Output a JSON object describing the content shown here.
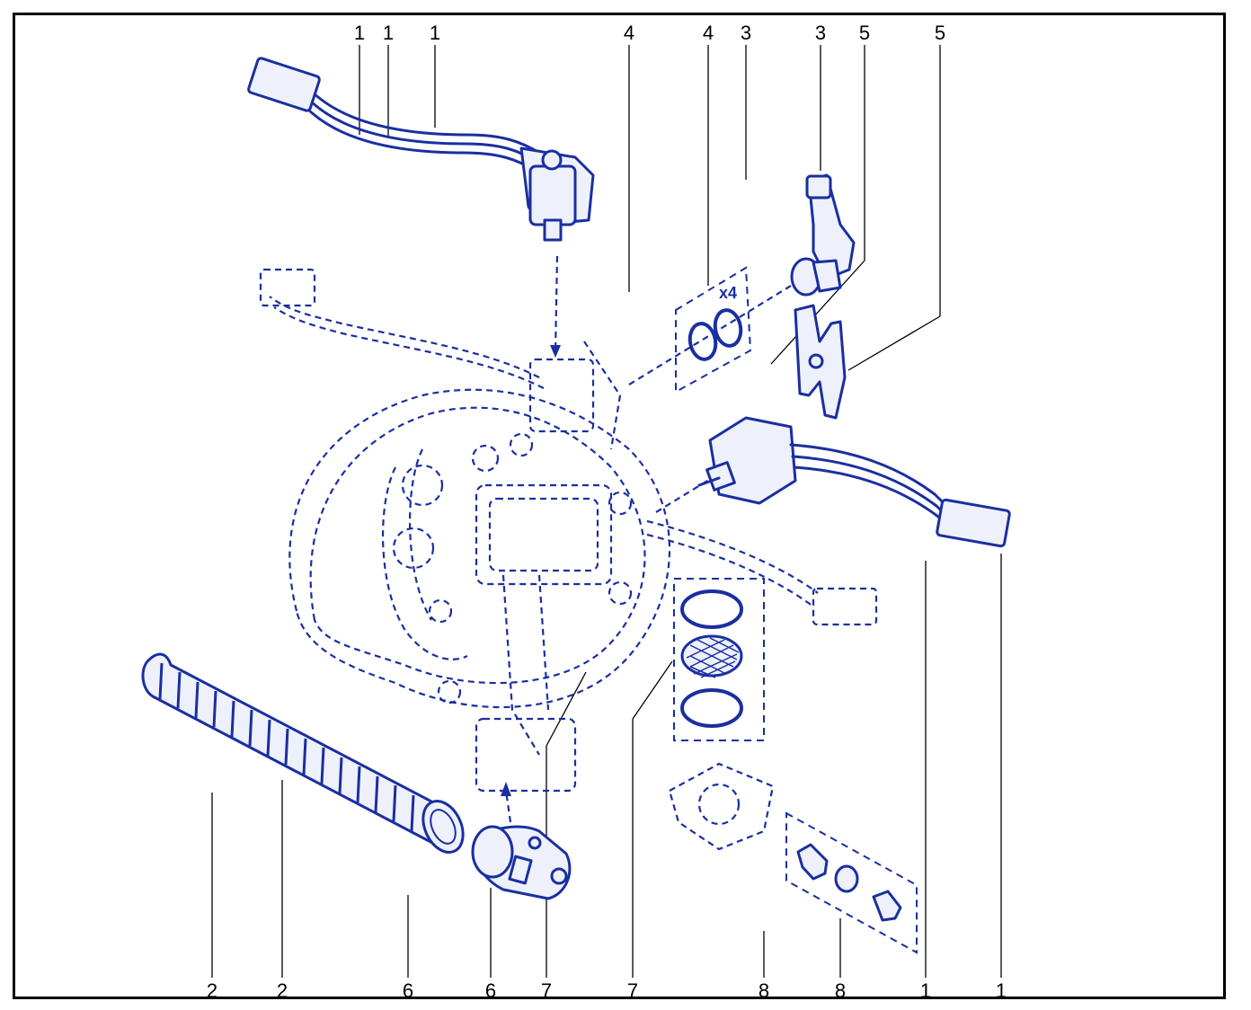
{
  "diagram": {
    "labels_top": [
      "1",
      "1",
      "1",
      "4",
      "4",
      "3",
      "3",
      "5",
      "5"
    ],
    "labels_bottom": [
      "2",
      "2",
      "6",
      "6",
      "7",
      "7",
      "8",
      "8",
      "1",
      "1"
    ],
    "quantity_mark": "x4",
    "colors": {
      "line": "#1a2fa0",
      "fill": "#eef1fb",
      "label": "#000000"
    }
  }
}
